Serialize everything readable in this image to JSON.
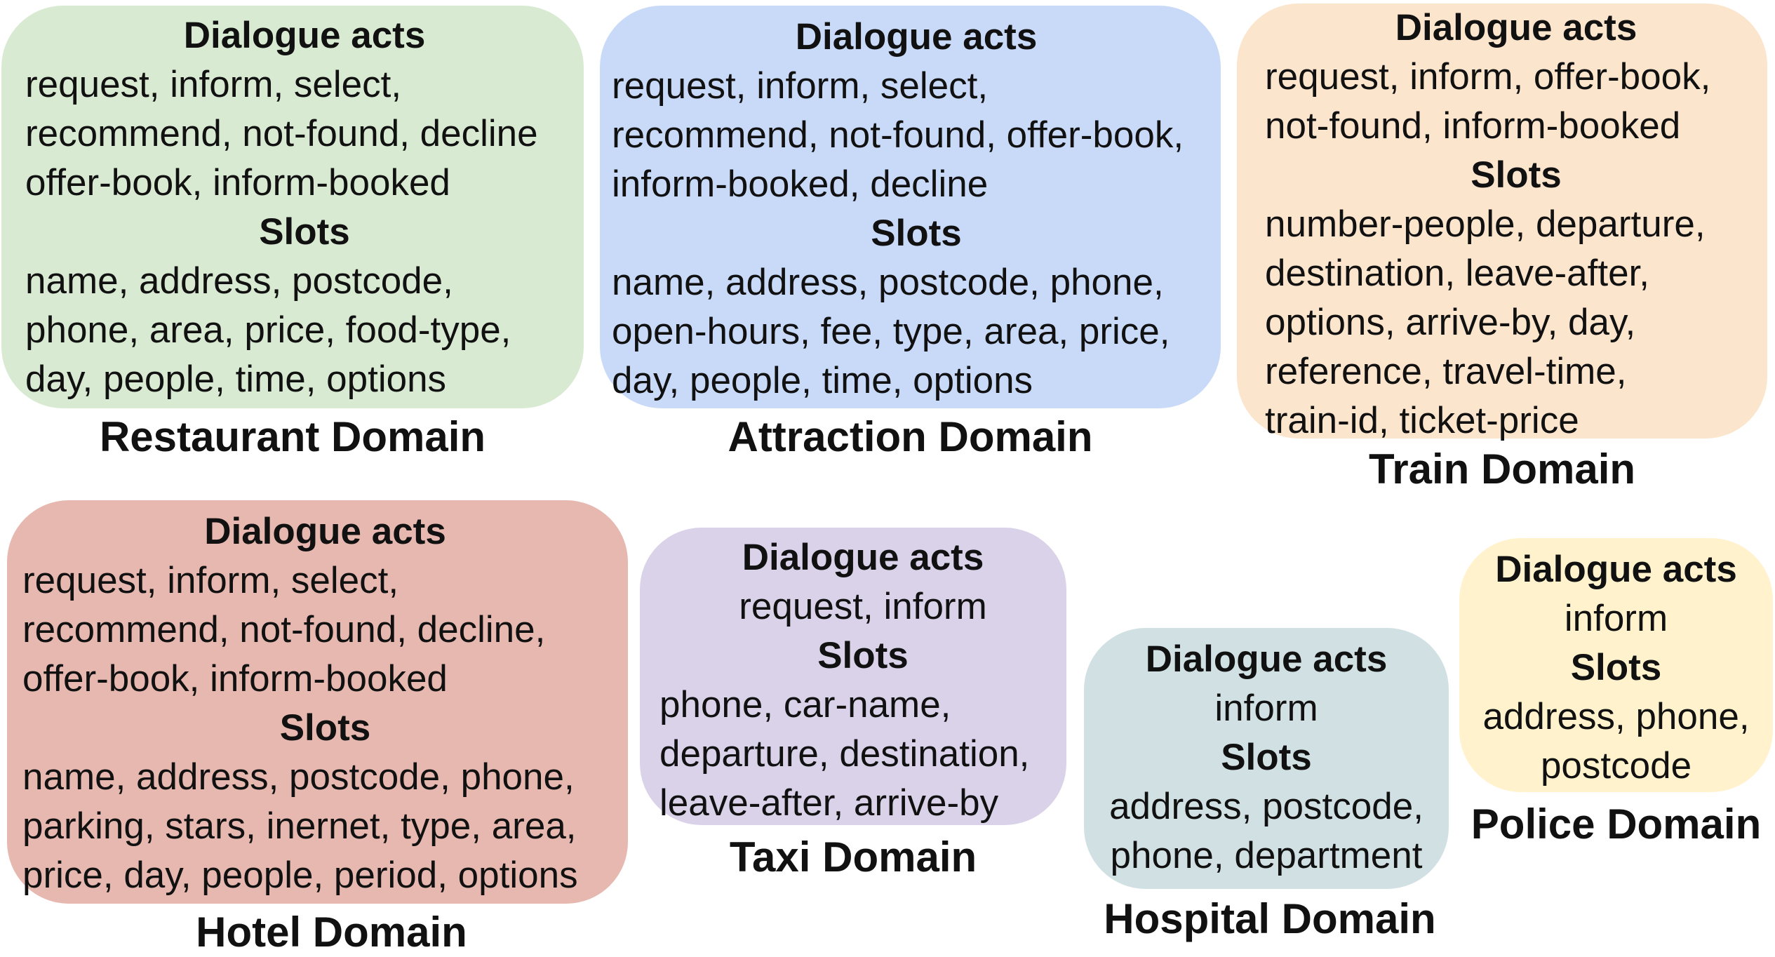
{
  "headings": {
    "acts": "Dialogue acts",
    "slots": "Slots"
  },
  "domains": {
    "restaurant": {
      "label": "Restaurant Domain",
      "color": "#d9ead3",
      "acts": "request, inform, select,\nrecommend, not-found, decline\noffer-book, inform-booked",
      "slots": "name, address, postcode,\nphone, area, price, food-type,\nday, people, time, options"
    },
    "attraction": {
      "label": "Attraction Domain",
      "color": "#c9daf8",
      "acts": "request, inform, select,\nrecommend, not-found, offer-book,\ninform-booked, decline",
      "slots": "name, address, postcode, phone,\nopen-hours, fee, type, area, price,\nday, people, time, options"
    },
    "train": {
      "label": "Train Domain",
      "color": "#fce5cd",
      "acts": "request, inform, offer-book,\nnot-found, inform-booked",
      "slots": "number-people, departure,\ndestination, leave-after,\noptions, arrive-by, day,\nreference, travel-time,\ntrain-id, ticket-price"
    },
    "hotel": {
      "label": "Hotel Domain",
      "color": "#e6b8af",
      "acts": "request, inform, select,\nrecommend, not-found, decline,\noffer-book, inform-booked",
      "slots": "name, address, postcode, phone,\nparking, stars, inernet, type, area,\nprice, day, people, period, options"
    },
    "taxi": {
      "label": "Taxi Domain",
      "color": "#d9d2e9",
      "acts": "request, inform",
      "slots": "phone, car-name,\ndeparture, destination,\nleave-after, arrive-by"
    },
    "hospital": {
      "label": "Hospital Domain",
      "color": "#d0e0e3",
      "acts": "inform",
      "slots": "address, postcode,\nphone, department"
    },
    "police": {
      "label": "Police Domain",
      "color": "#fff2cc",
      "acts": "inform",
      "slots": "address, phone,\npostcode"
    }
  }
}
